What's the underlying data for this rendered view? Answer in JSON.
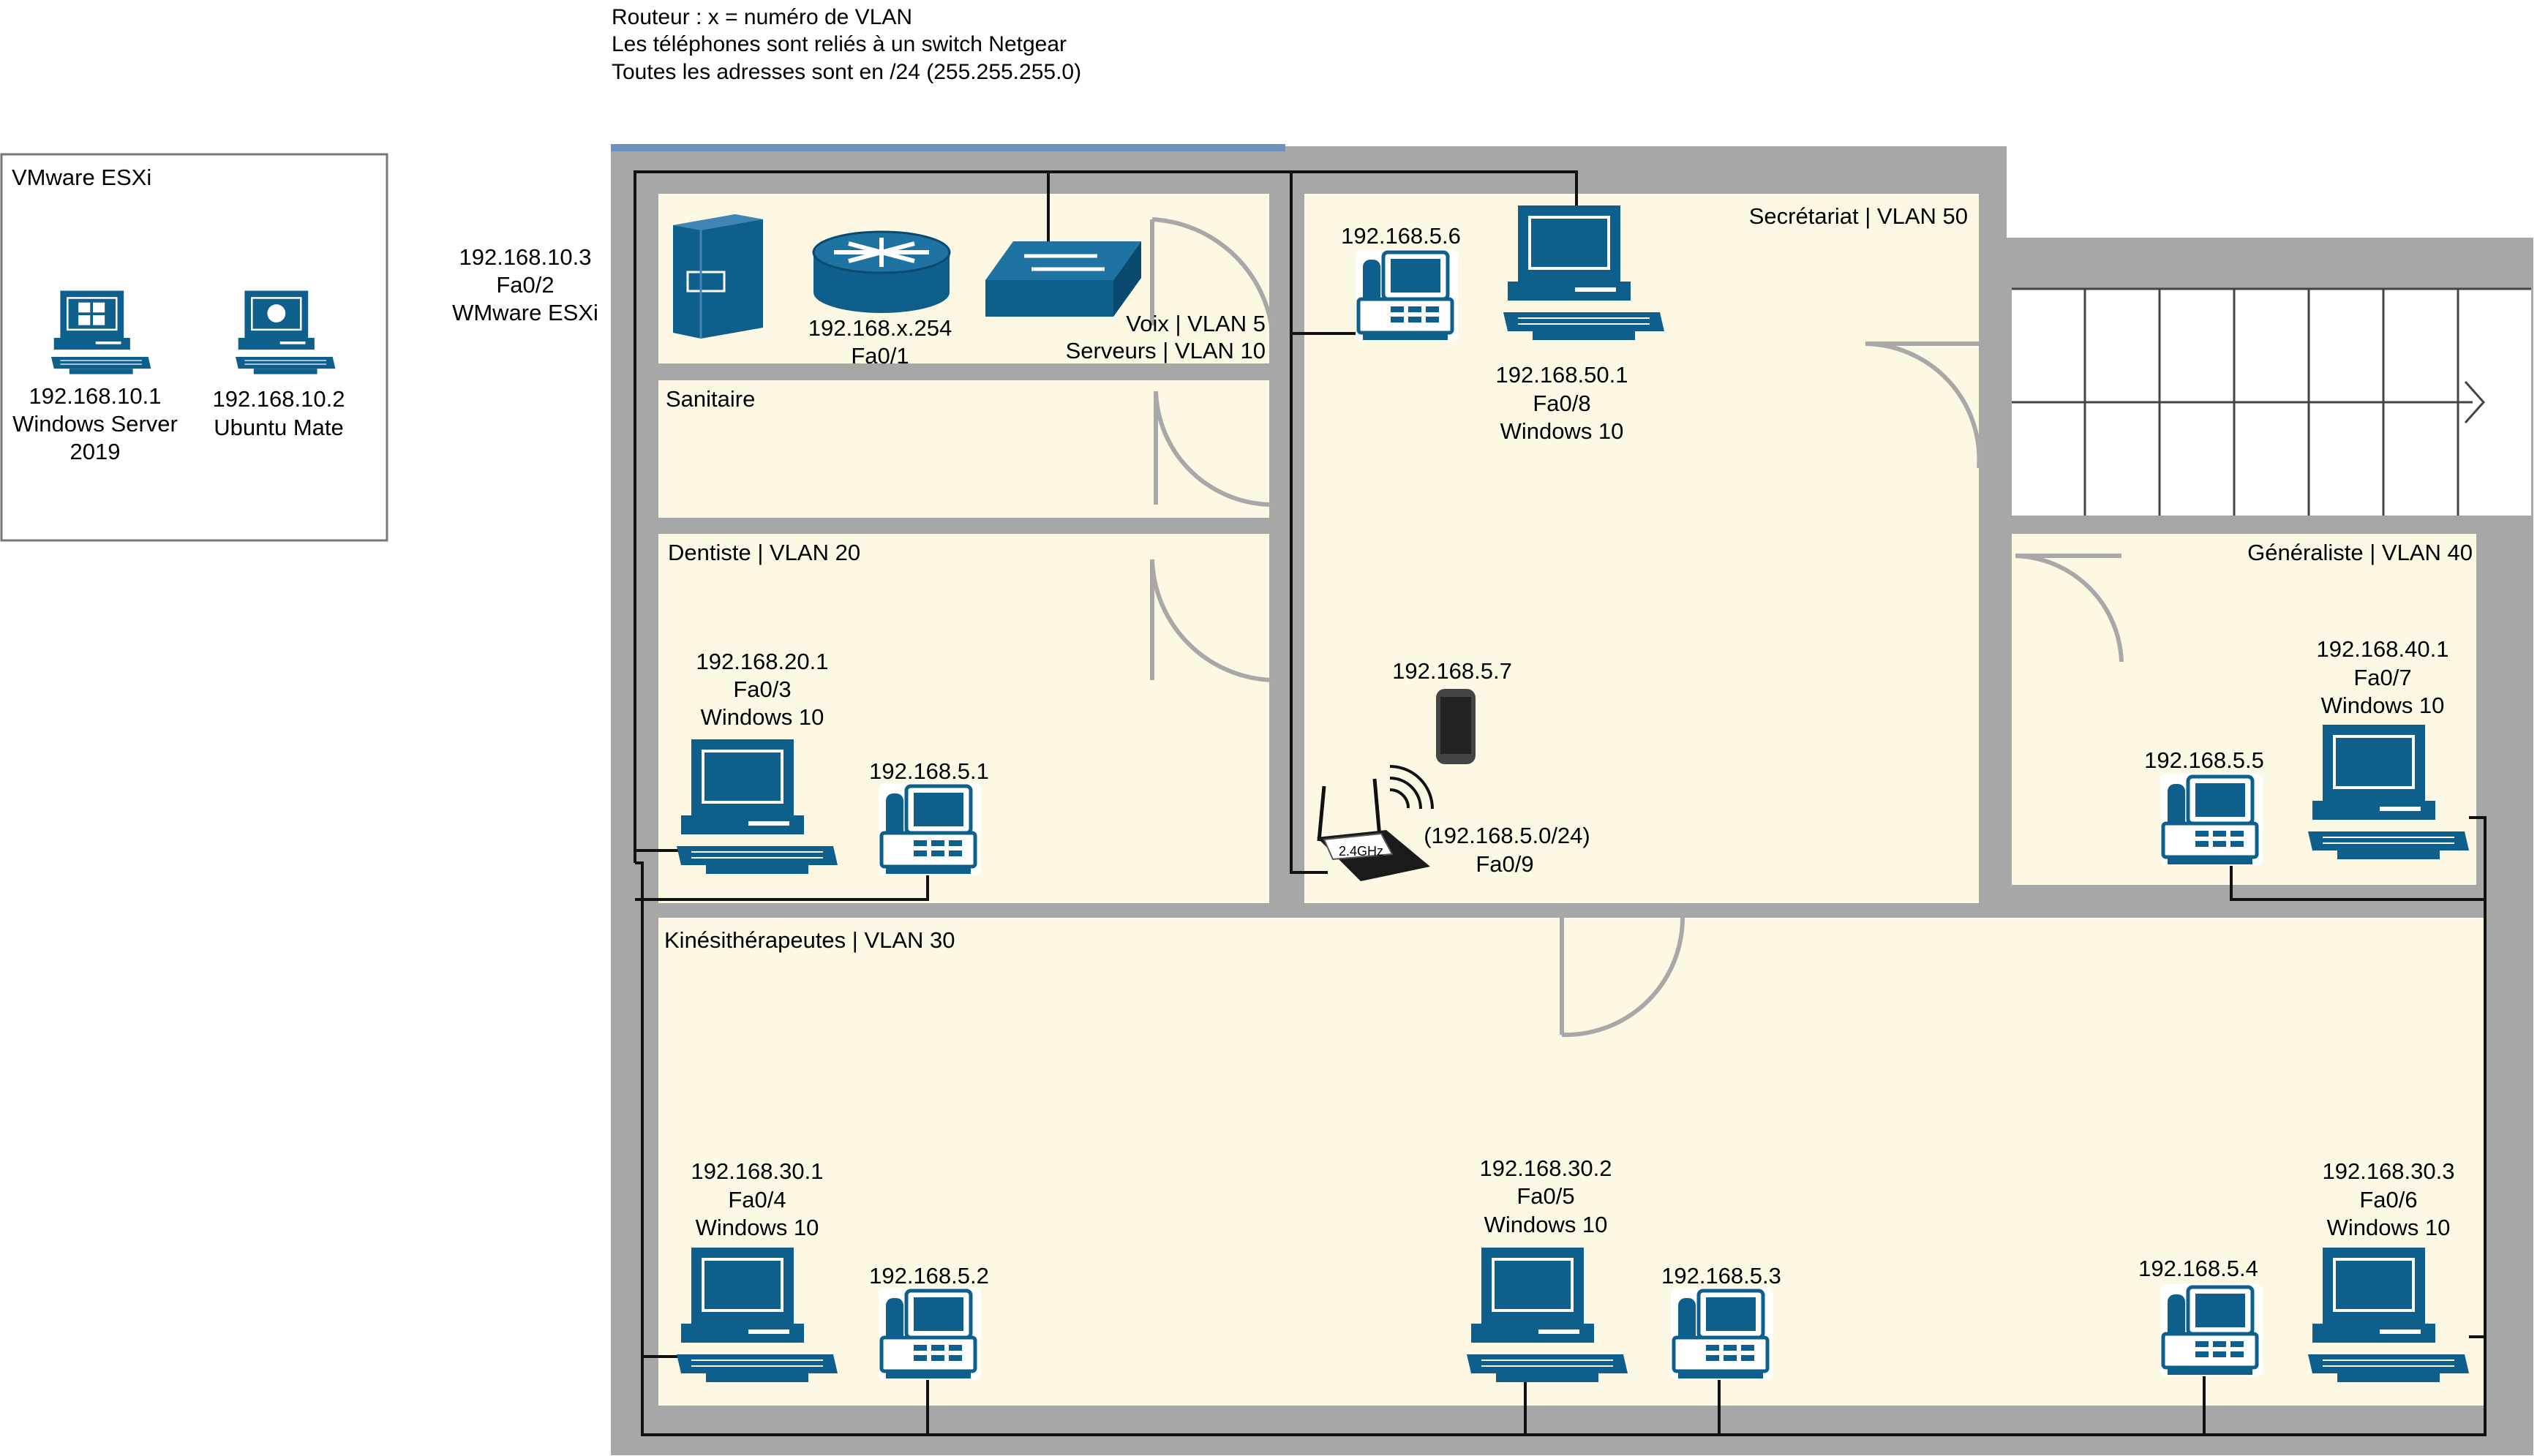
{
  "notes": [
    "Routeur : x = numéro de VLAN",
    "Les téléphones sont reliés à un switch Netgear",
    "Toutes les adresses sont en /24 (255.255.255.0)"
  ],
  "esxi_box": {
    "title": "VMware ESXi",
    "vm1": [
      "192.168.10.1",
      "Windows Server",
      "2019"
    ],
    "vm2": [
      "192.168.10.2",
      "Ubuntu Mate"
    ]
  },
  "esxi_host": [
    "192.168.10.3",
    "Fa0/2",
    "WMware ESXi"
  ],
  "server_room": {
    "router": [
      "192.168.x.254",
      "Fa0/1"
    ],
    "label": [
      "Voix | VLAN 5",
      "Serveurs | VLAN 10"
    ]
  },
  "rooms": {
    "sanitaire": "Sanitaire",
    "dentiste": "Dentiste | VLAN 20",
    "secretariat": "Secrétariat | VLAN 50",
    "generaliste": "Généraliste | VLAN 40",
    "kine": "Kinésithérapeutes | VLAN 30"
  },
  "devices": {
    "sec_phone": "192.168.5.6",
    "sec_pc": [
      "192.168.50.1",
      "Fa0/8",
      "Windows 10"
    ],
    "mobile": "192.168.5.7",
    "wifi": [
      "(192.168.5.0/24)",
      "Fa0/9"
    ],
    "wifi_badge": "2.4GHz",
    "dent_pc": [
      "192.168.20.1",
      "Fa0/3",
      "Windows 10"
    ],
    "dent_phone": "192.168.5.1",
    "gen_pc": [
      "192.168.40.1",
      "Fa0/7",
      "Windows 10"
    ],
    "gen_phone": "192.168.5.5",
    "kine_pc1": [
      "192.168.30.1",
      "Fa0/4",
      "Windows 10"
    ],
    "kine_phone1": "192.168.5.2",
    "kine_pc2": [
      "192.168.30.2",
      "Fa0/5",
      "Windows 10"
    ],
    "kine_phone2": "192.168.5.3",
    "kine_pc3": [
      "192.168.30.3",
      "Fa0/6",
      "Windows 10"
    ],
    "kine_phone3": "192.168.5.4"
  },
  "colors": {
    "device_blue": "#0f5f8c",
    "room_fill": "#fcf8e4",
    "wall_gray": "#a7a7a7"
  }
}
